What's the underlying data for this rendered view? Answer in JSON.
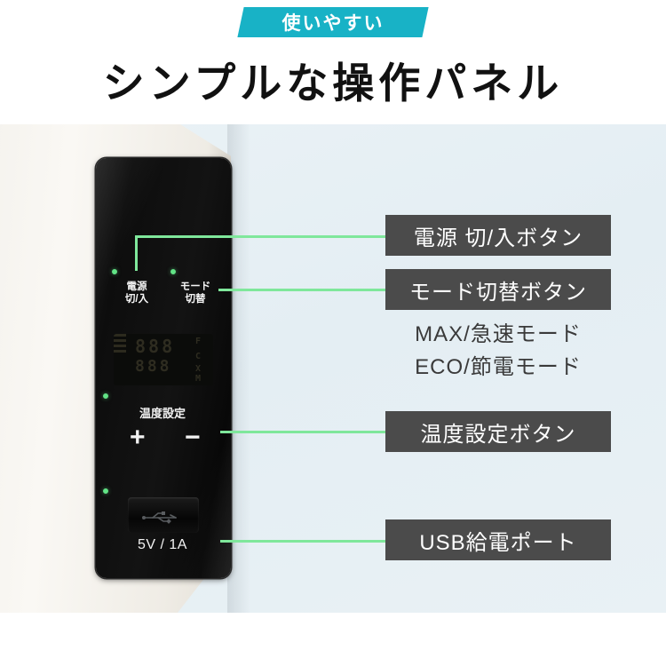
{
  "header": {
    "badge": "使いやすい",
    "title": "シンプルな操作パネル"
  },
  "panel": {
    "buttons": {
      "power_line1": "電源",
      "power_line2": "切/入",
      "mode_line1": "モード",
      "mode_line2": "切替"
    },
    "temperature": {
      "title": "温度設定",
      "increase": "+",
      "decrease": "−"
    },
    "display": {
      "value_top": "888",
      "value_bottom": "888",
      "unit_f": "F",
      "unit_c": "C",
      "unit_x": "X",
      "unit_m": "M"
    },
    "usb": {
      "rating": "5V / 1A"
    }
  },
  "callouts": [
    {
      "label": "電源 切/入ボタン"
    },
    {
      "label": "モード切替ボタン"
    },
    {
      "label": "温度設定ボタン"
    },
    {
      "label": "USB給電ポート"
    }
  ],
  "modes": {
    "line1": "MAX/急速モード",
    "line2": "ECO/節電モード"
  },
  "colors": {
    "badge": "#18b2c6",
    "accent_green": "#62e486",
    "tag_bg": "#4b4b4b",
    "background": "#e6eff3"
  }
}
